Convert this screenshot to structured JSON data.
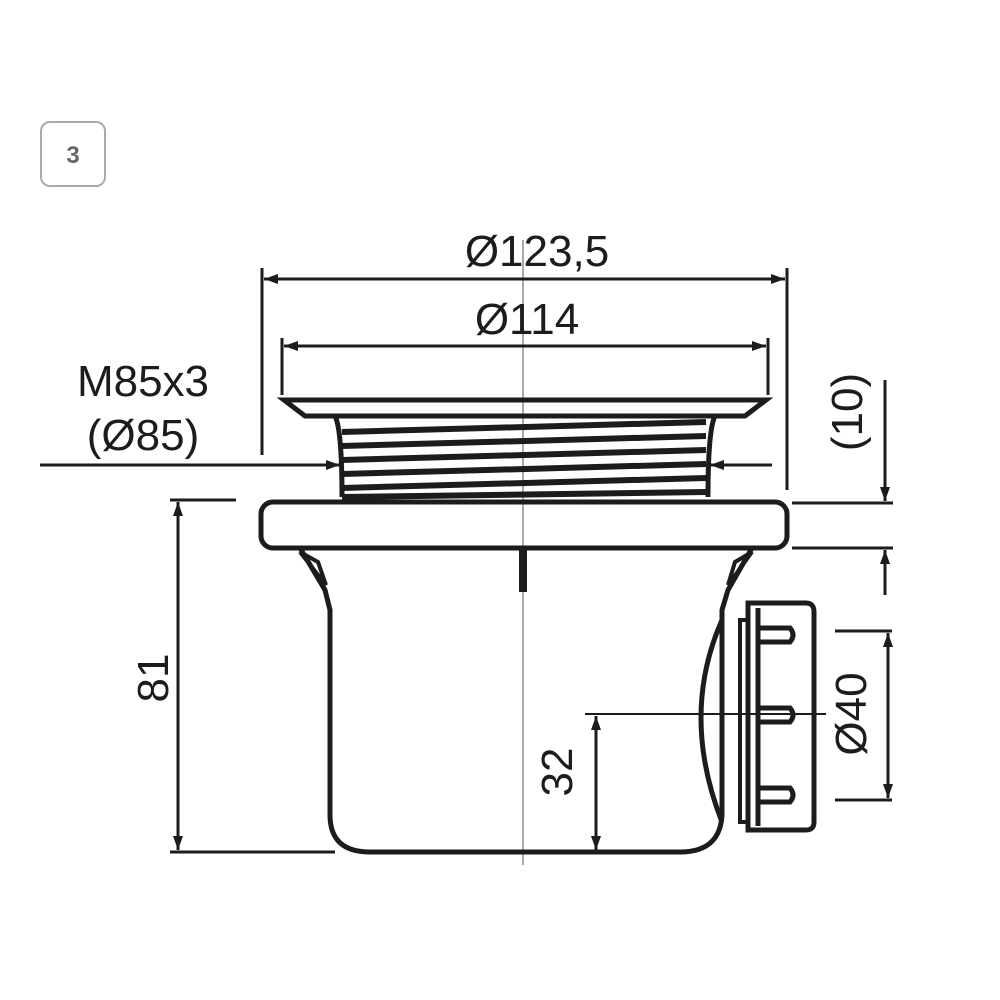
{
  "figure_number": "3",
  "dimensions": {
    "outer_diameter": "Ø123,5",
    "flange_diameter": "Ø114",
    "thread_line1": "M85x3",
    "thread_line2": "(Ø85)",
    "height": "81",
    "outlet_height": "32",
    "ring_height": "(10)",
    "outlet_diameter": "Ø40"
  }
}
